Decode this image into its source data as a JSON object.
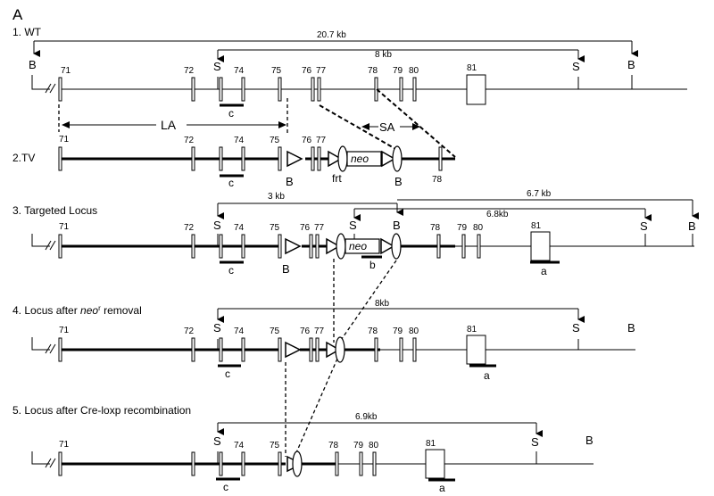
{
  "panel_label": "A",
  "sections": [
    {
      "label": "1. WT",
      "kb": [
        "20.7 kb",
        "8 kb"
      ]
    },
    {
      "label": "2.TV",
      "arm_labels": [
        "LA",
        "SA"
      ],
      "cassette": "neo",
      "frt": "frt"
    },
    {
      "label": "3. Targeted Locus",
      "kb": [
        "3 kb",
        "6.7 kb",
        "6.8kb"
      ],
      "cassette": "neo"
    },
    {
      "label_parts": [
        "4. Locus after ",
        "neo",
        "r",
        " removal"
      ],
      "kb": [
        "8kb"
      ]
    },
    {
      "label": "5. Locus after Cre-loxp recombination",
      "kb": [
        "6.9kb"
      ]
    }
  ],
  "exons": [
    "71",
    "72",
    "74",
    "75",
    "76",
    "77",
    "78",
    "79",
    "80",
    "81"
  ],
  "sites": {
    "bamhi": "B",
    "saci": "S"
  },
  "probes": [
    "a",
    "b",
    "c"
  ]
}
